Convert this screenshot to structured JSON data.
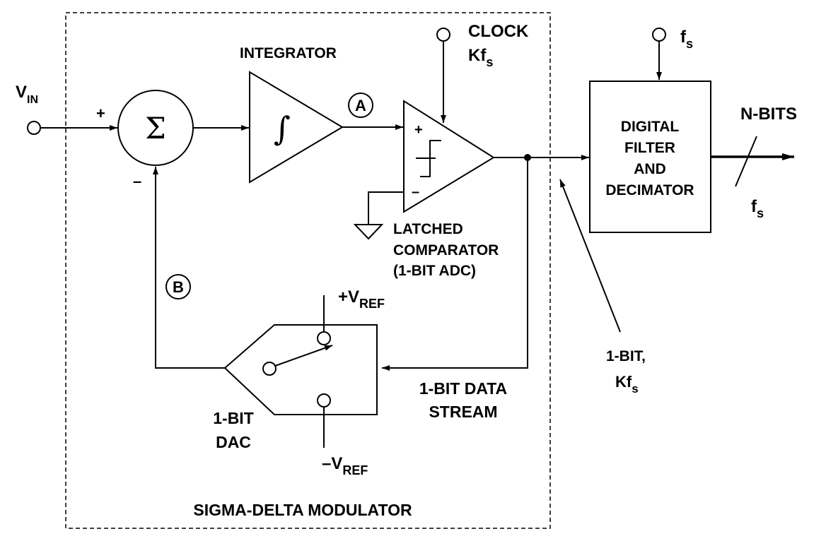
{
  "labels": {
    "vin_main": "V",
    "vin_sub": "IN",
    "plus_sum": "+",
    "minus_sum": "–",
    "sigma": "Σ",
    "integrator": "INTEGRATOR",
    "integral": "∫",
    "node_a": "A",
    "node_b": "B",
    "clock_line1": "CLOCK",
    "clock_line2_main": "Kf",
    "clock_line2_sub": "s",
    "comp_plus": "+",
    "comp_minus": "–",
    "comparator_line1": "LATCHED",
    "comparator_line2": "COMPARATOR",
    "comparator_line3": "(1-BIT ADC)",
    "fs_top_main": "f",
    "fs_top_sub": "s",
    "filter_line1": "DIGITAL",
    "filter_line2": "FILTER",
    "filter_line3": "AND",
    "filter_line4": "DECIMATOR",
    "nbits": "N-BITS",
    "fs_out_main": "f",
    "fs_out_sub": "s",
    "stream_note_line1": "1-BIT,",
    "stream_note_line2_main": "Kf",
    "stream_note_line2_sub": "s",
    "vref_pos_main": "+V",
    "vref_pos_sub": "REF",
    "vref_neg_main": "–V",
    "vref_neg_sub": "REF",
    "data_stream_line1": "1-BIT DATA",
    "data_stream_line2": "STREAM",
    "dac_line1": "1-BIT",
    "dac_line2": "DAC",
    "modulator": "SIGMA-DELTA MODULATOR"
  }
}
